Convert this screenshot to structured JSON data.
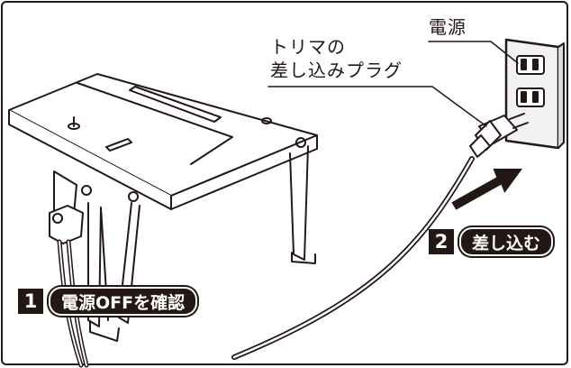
{
  "labels": {
    "power_source": "電源",
    "plug_line1": "トリマの",
    "plug_line2": "差し込みプラグ"
  },
  "steps": [
    {
      "number": "1",
      "text": "電源OFFを確認"
    },
    {
      "number": "2",
      "text": "差し込む"
    }
  ],
  "colors": {
    "ink": "#231815",
    "background": "#ffffff",
    "panel": "#f2f2f2"
  }
}
